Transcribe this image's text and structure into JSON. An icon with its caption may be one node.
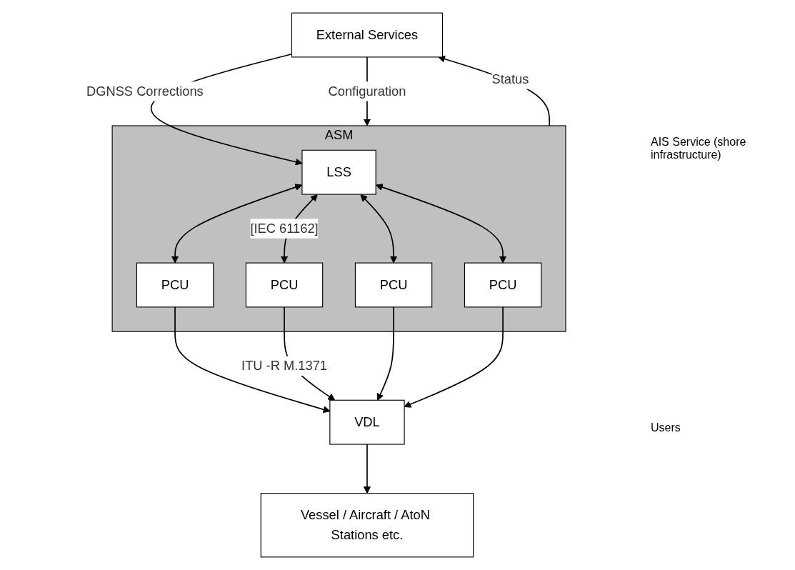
{
  "diagram": {
    "nodes": [
      {
        "text": [
          "External Services"
        ]
      },
      {
        "text": [
          "ASM"
        ]
      },
      {
        "text": [
          "LSS"
        ],
        "in": 1
      },
      {
        "text": [
          "PCU"
        ],
        "in": 1
      },
      {
        "text": [
          "PCU"
        ],
        "in": 1
      },
      {
        "text": [
          "PCU"
        ],
        "in": 1
      },
      {
        "text": [
          "PCU"
        ],
        "in": 1
      },
      {
        "text": [
          "VDL"
        ]
      },
      {
        "text": [
          "Vessel / Aircraft / AtoN Stations etc."
        ]
      }
    ],
    "edges": [
      {
        "from": 0,
        "to": 2,
        "arrow": "to",
        "label": "DGNSS Corrections"
      },
      {
        "from": 0,
        "to": 1,
        "arrow": "to",
        "label": "Configuration"
      },
      {
        "from": 1,
        "to": 0,
        "arrow": "to",
        "label": "Status"
      },
      {
        "from": 2,
        "to": 3,
        "arrow": "both"
      },
      {
        "from": 2,
        "to": 4,
        "arrow": "both",
        "label": "[IEC 61162]"
      },
      {
        "from": 2,
        "to": 5,
        "arrow": "both"
      },
      {
        "from": 2,
        "to": 6,
        "arrow": "both"
      },
      {
        "from": 3,
        "to": 7,
        "arrow": "to"
      },
      {
        "from": 4,
        "to": 7,
        "arrow": "to",
        "label": "ITU -R M.1371"
      },
      {
        "from": 5,
        "to": 7,
        "arrow": "to"
      },
      {
        "from": 6,
        "to": 7,
        "arrow": "to"
      },
      {
        "from": 7,
        "to": 8,
        "arrow": "to"
      }
    ],
    "labels": [
      "AIS Service (shore infrastructure)",
      "Users"
    ]
  }
}
